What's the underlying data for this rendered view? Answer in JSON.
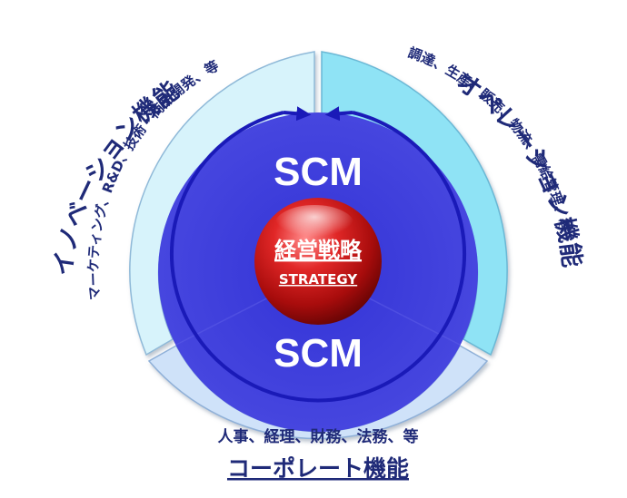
{
  "center": {
    "title": "経営戦略",
    "subtitle": "STRATEGY"
  },
  "core": {
    "top_label": "SCM",
    "bottom_label": "SCM"
  },
  "segments": {
    "innovation": {
      "title": "イノベーション機能",
      "items": "マーケティング、R&D、技術・商品開発、等"
    },
    "operation": {
      "title": "オペレーション機能",
      "items": "調達、生産、販売、物流、需給管理、等"
    },
    "corporate": {
      "title": "コーポレート機能",
      "items": "人事、経理、財務、法務、等"
    }
  },
  "colors": {
    "innovation_fill": "#d7f3fb",
    "operation_fill": "#8fe3f5",
    "corporate_fill": "#cfe2f9",
    "core_fill": "#3b3bd9",
    "ring_stroke": "#1a1ab8",
    "sphere": "#d01818",
    "text_dark": "#1f2a78",
    "text_white": "#ffffff"
  }
}
